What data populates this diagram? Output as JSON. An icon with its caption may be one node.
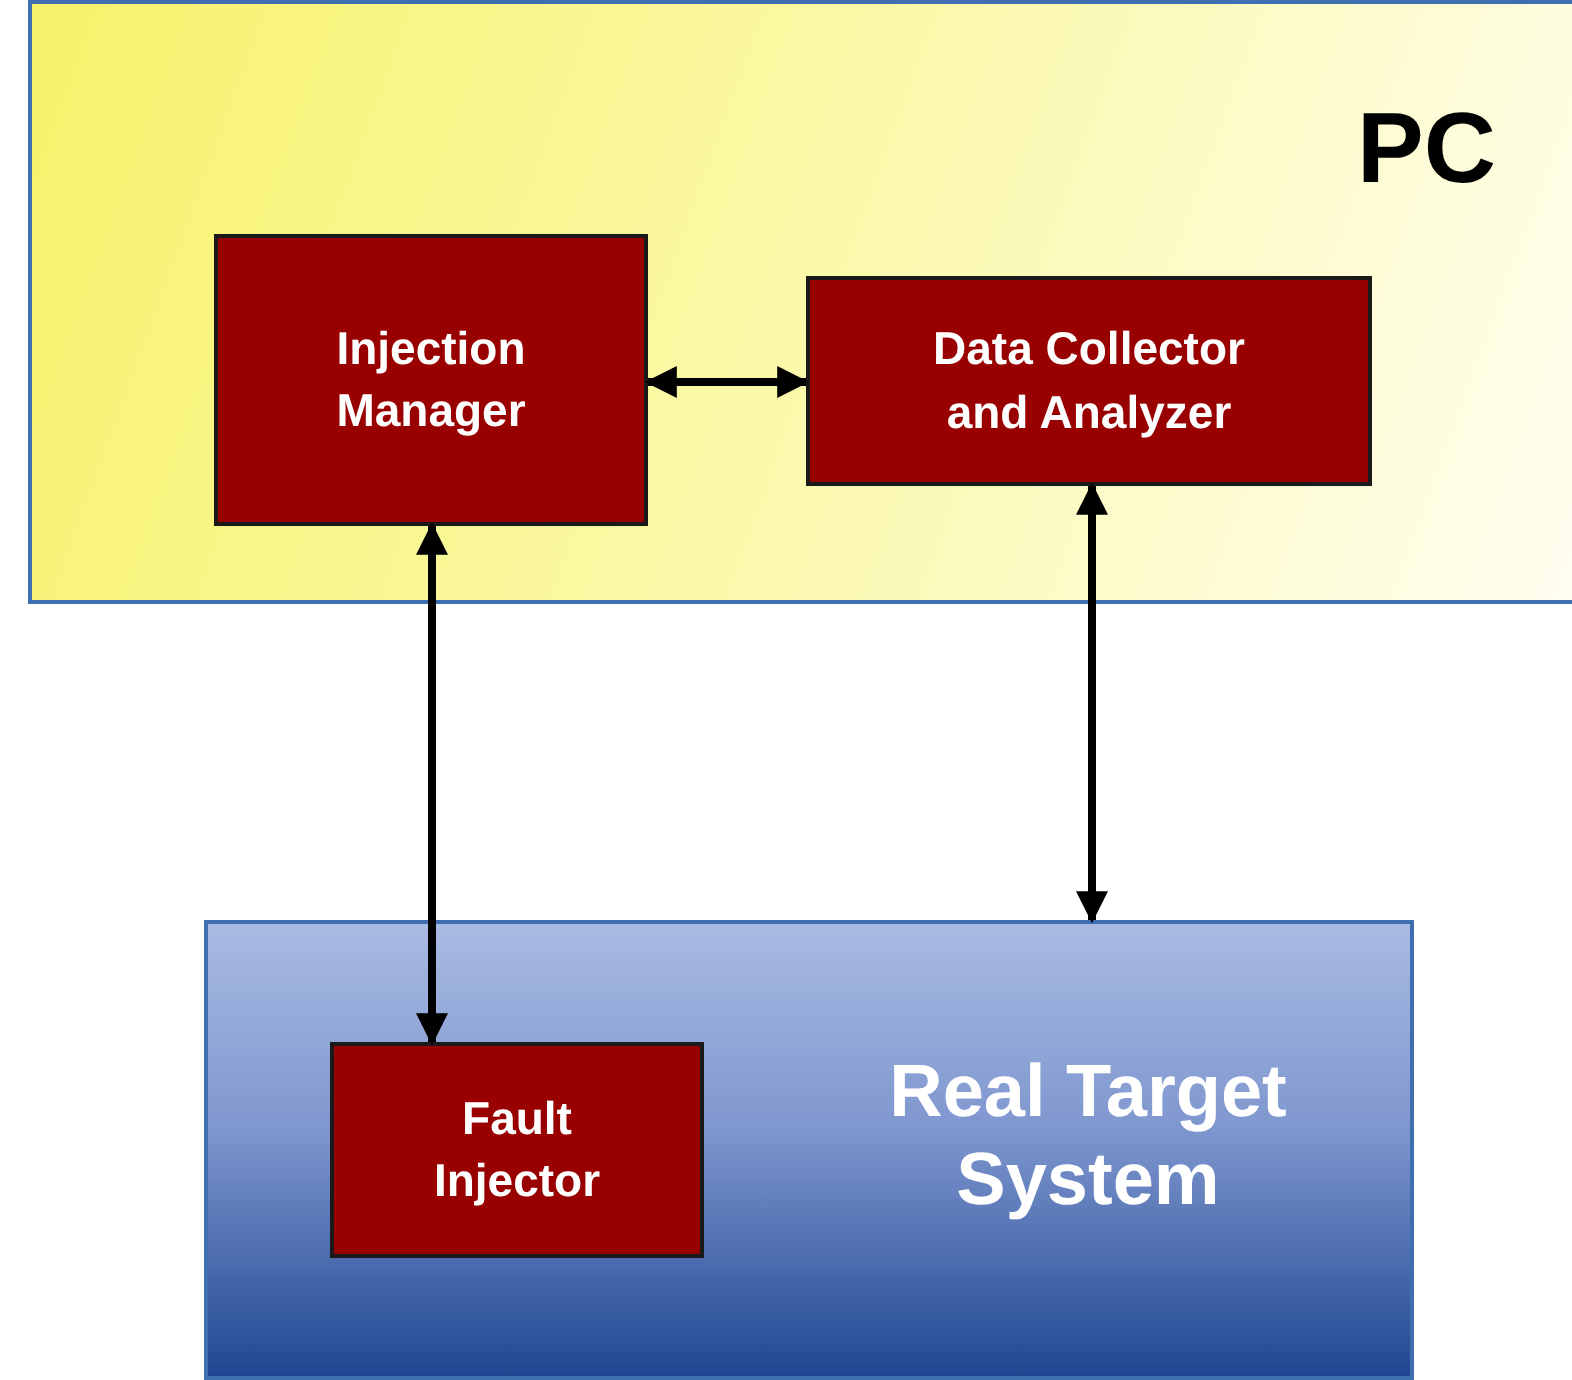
{
  "diagram": {
    "nodes": [
      {
        "text": [
          "PC"
        ]
      },
      {
        "text": [
          "Injection Manager"
        ],
        "in": 0
      },
      {
        "text": [
          "Data Collector and Analyzer"
        ],
        "in": 0
      },
      {
        "text": [
          "Real Target System"
        ]
      },
      {
        "text": [
          "Fault Injector"
        ],
        "in": 3
      }
    ],
    "edges": [
      {
        "from": 1,
        "to": 2,
        "arrow": "both"
      },
      {
        "from": 1,
        "to": 4,
        "arrow": "both"
      },
      {
        "from": 2,
        "to": 3,
        "arrow": "both"
      }
    ]
  }
}
